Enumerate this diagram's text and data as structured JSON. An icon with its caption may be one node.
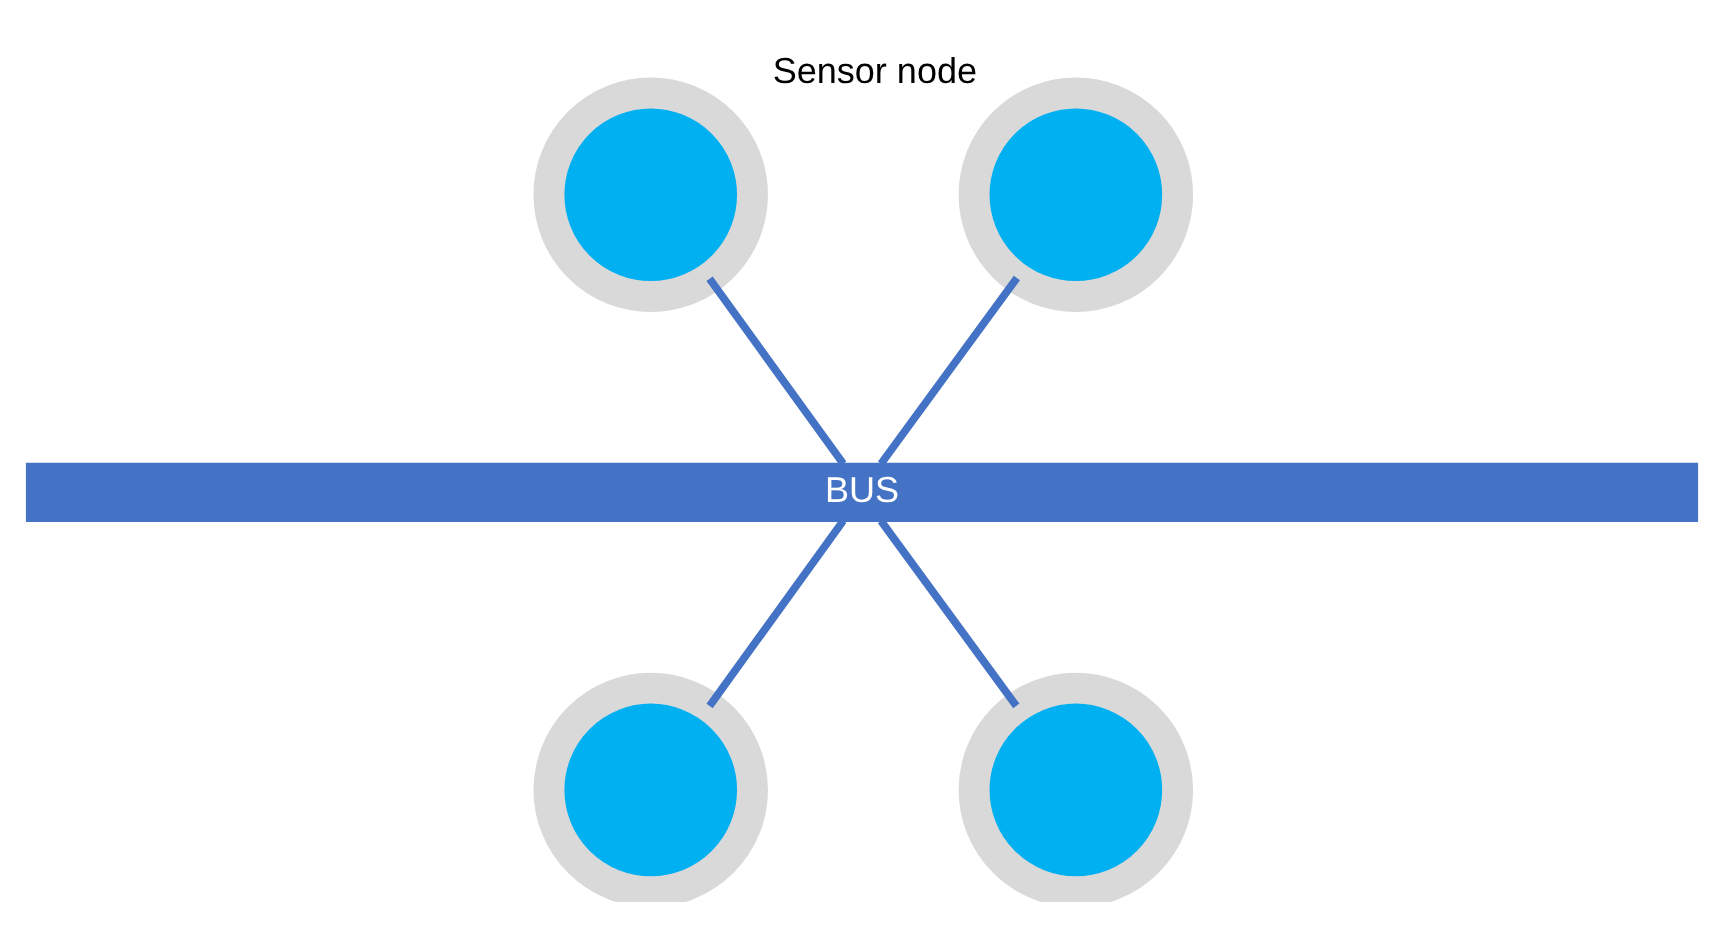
{
  "diagram": {
    "nodes": [
      {
        "text": [],
        "shape": "circle"
      },
      {
        "text": [],
        "shape": "circle",
        "beside": [
          "Sensor node"
        ]
      },
      {
        "text": [
          "BUS"
        ]
      },
      {
        "text": [],
        "shape": "circle"
      },
      {
        "text": [],
        "shape": "circle"
      }
    ],
    "edges": [
      {
        "from": 0,
        "to": 2,
        "arrow": "none"
      },
      {
        "from": 1,
        "to": 2,
        "arrow": "none"
      },
      {
        "from": 2,
        "to": 3,
        "arrow": "none"
      },
      {
        "from": 2,
        "to": 4,
        "arrow": "none"
      }
    ]
  }
}
